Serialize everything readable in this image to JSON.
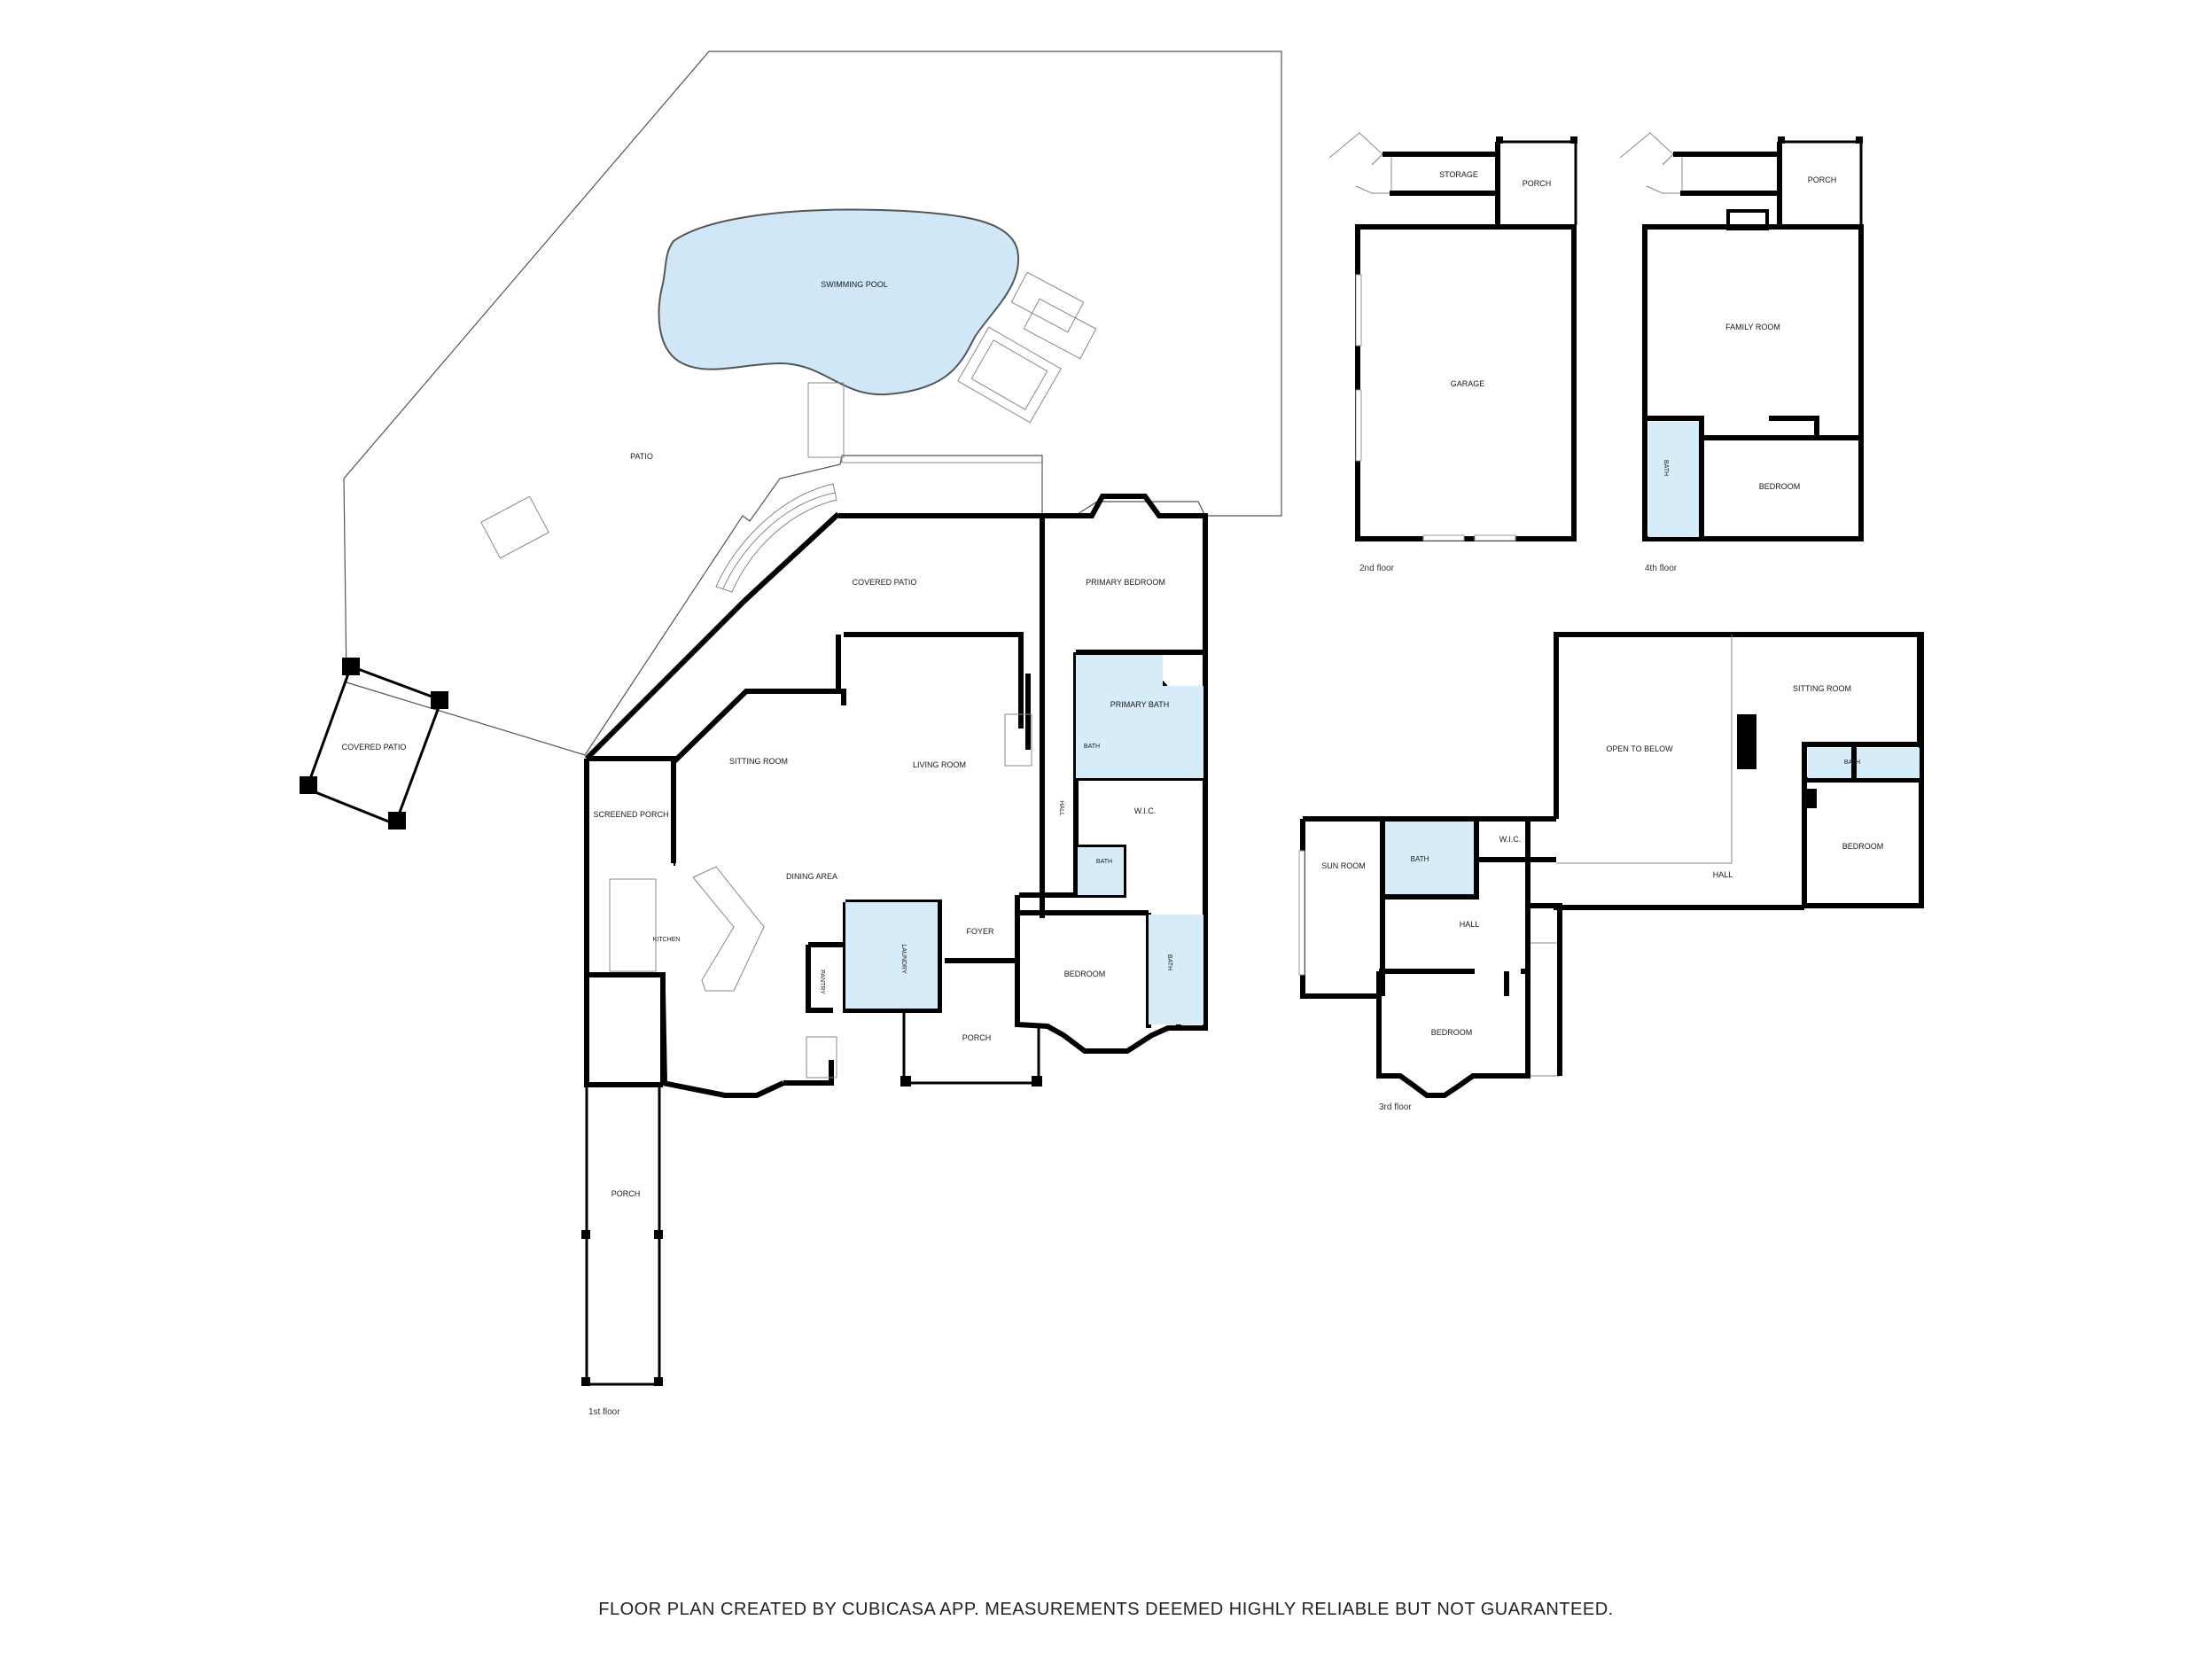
{
  "floors": [
    {
      "floor_label": "1st floor",
      "rooms": {
        "swimming_pool": "SWIMMING POOL",
        "patio": "PATIO",
        "covered_patio_outer": "COVERED PATIO",
        "covered_patio": "COVERED PATIO",
        "primary_bedroom": "PRIMARY BEDROOM",
        "primary_bath": "PRIMARY BATH",
        "bath_small": "BATH",
        "sitting_room": "SITTING ROOM",
        "living_room": "LIVING ROOM",
        "hall": "HALL",
        "wic": "W.I.C.",
        "bath_hall": "BATH",
        "screened_porch": "SCREENED PORCH",
        "dining_area": "DINING AREA",
        "kitchen": "KITCHEN",
        "laundry": "LAUNDRY",
        "pantry": "PANTRY",
        "foyer": "FOYER",
        "bedroom": "BEDROOM",
        "bath_bedroom": "BATH",
        "porch_front": "PORCH",
        "porch_side": "PORCH"
      }
    },
    {
      "floor_label": "2nd floor",
      "rooms": {
        "storage": "STORAGE",
        "porch": "PORCH",
        "garage": "GARAGE"
      }
    },
    {
      "floor_label": "3rd floor",
      "rooms": {
        "open_to_below": "OPEN TO BELOW",
        "sitting_room": "SITTING ROOM",
        "bath_right": "BATH",
        "bedroom_right": "BEDROOM",
        "hall_right": "HALL",
        "wic": "W.I.C.",
        "bath_left": "BATH",
        "sun_room": "SUN ROOM",
        "hall_left": "HALL",
        "bedroom_left": "BEDROOM"
      }
    },
    {
      "floor_label": "4th floor",
      "rooms": {
        "porch": "PORCH",
        "family_room": "FAMILY ROOM",
        "bath": "BATH",
        "bedroom": "BEDROOM"
      }
    }
  ],
  "footer": "FLOOR PLAN CREATED BY CUBICASA APP. MEASUREMENTS DEEMED HIGHLY RELIABLE BUT NOT GUARANTEED.",
  "colors": {
    "wet_room_fill": "#d6ecf8",
    "pool_fill": "#cfe7f6",
    "wall": "#000000"
  }
}
